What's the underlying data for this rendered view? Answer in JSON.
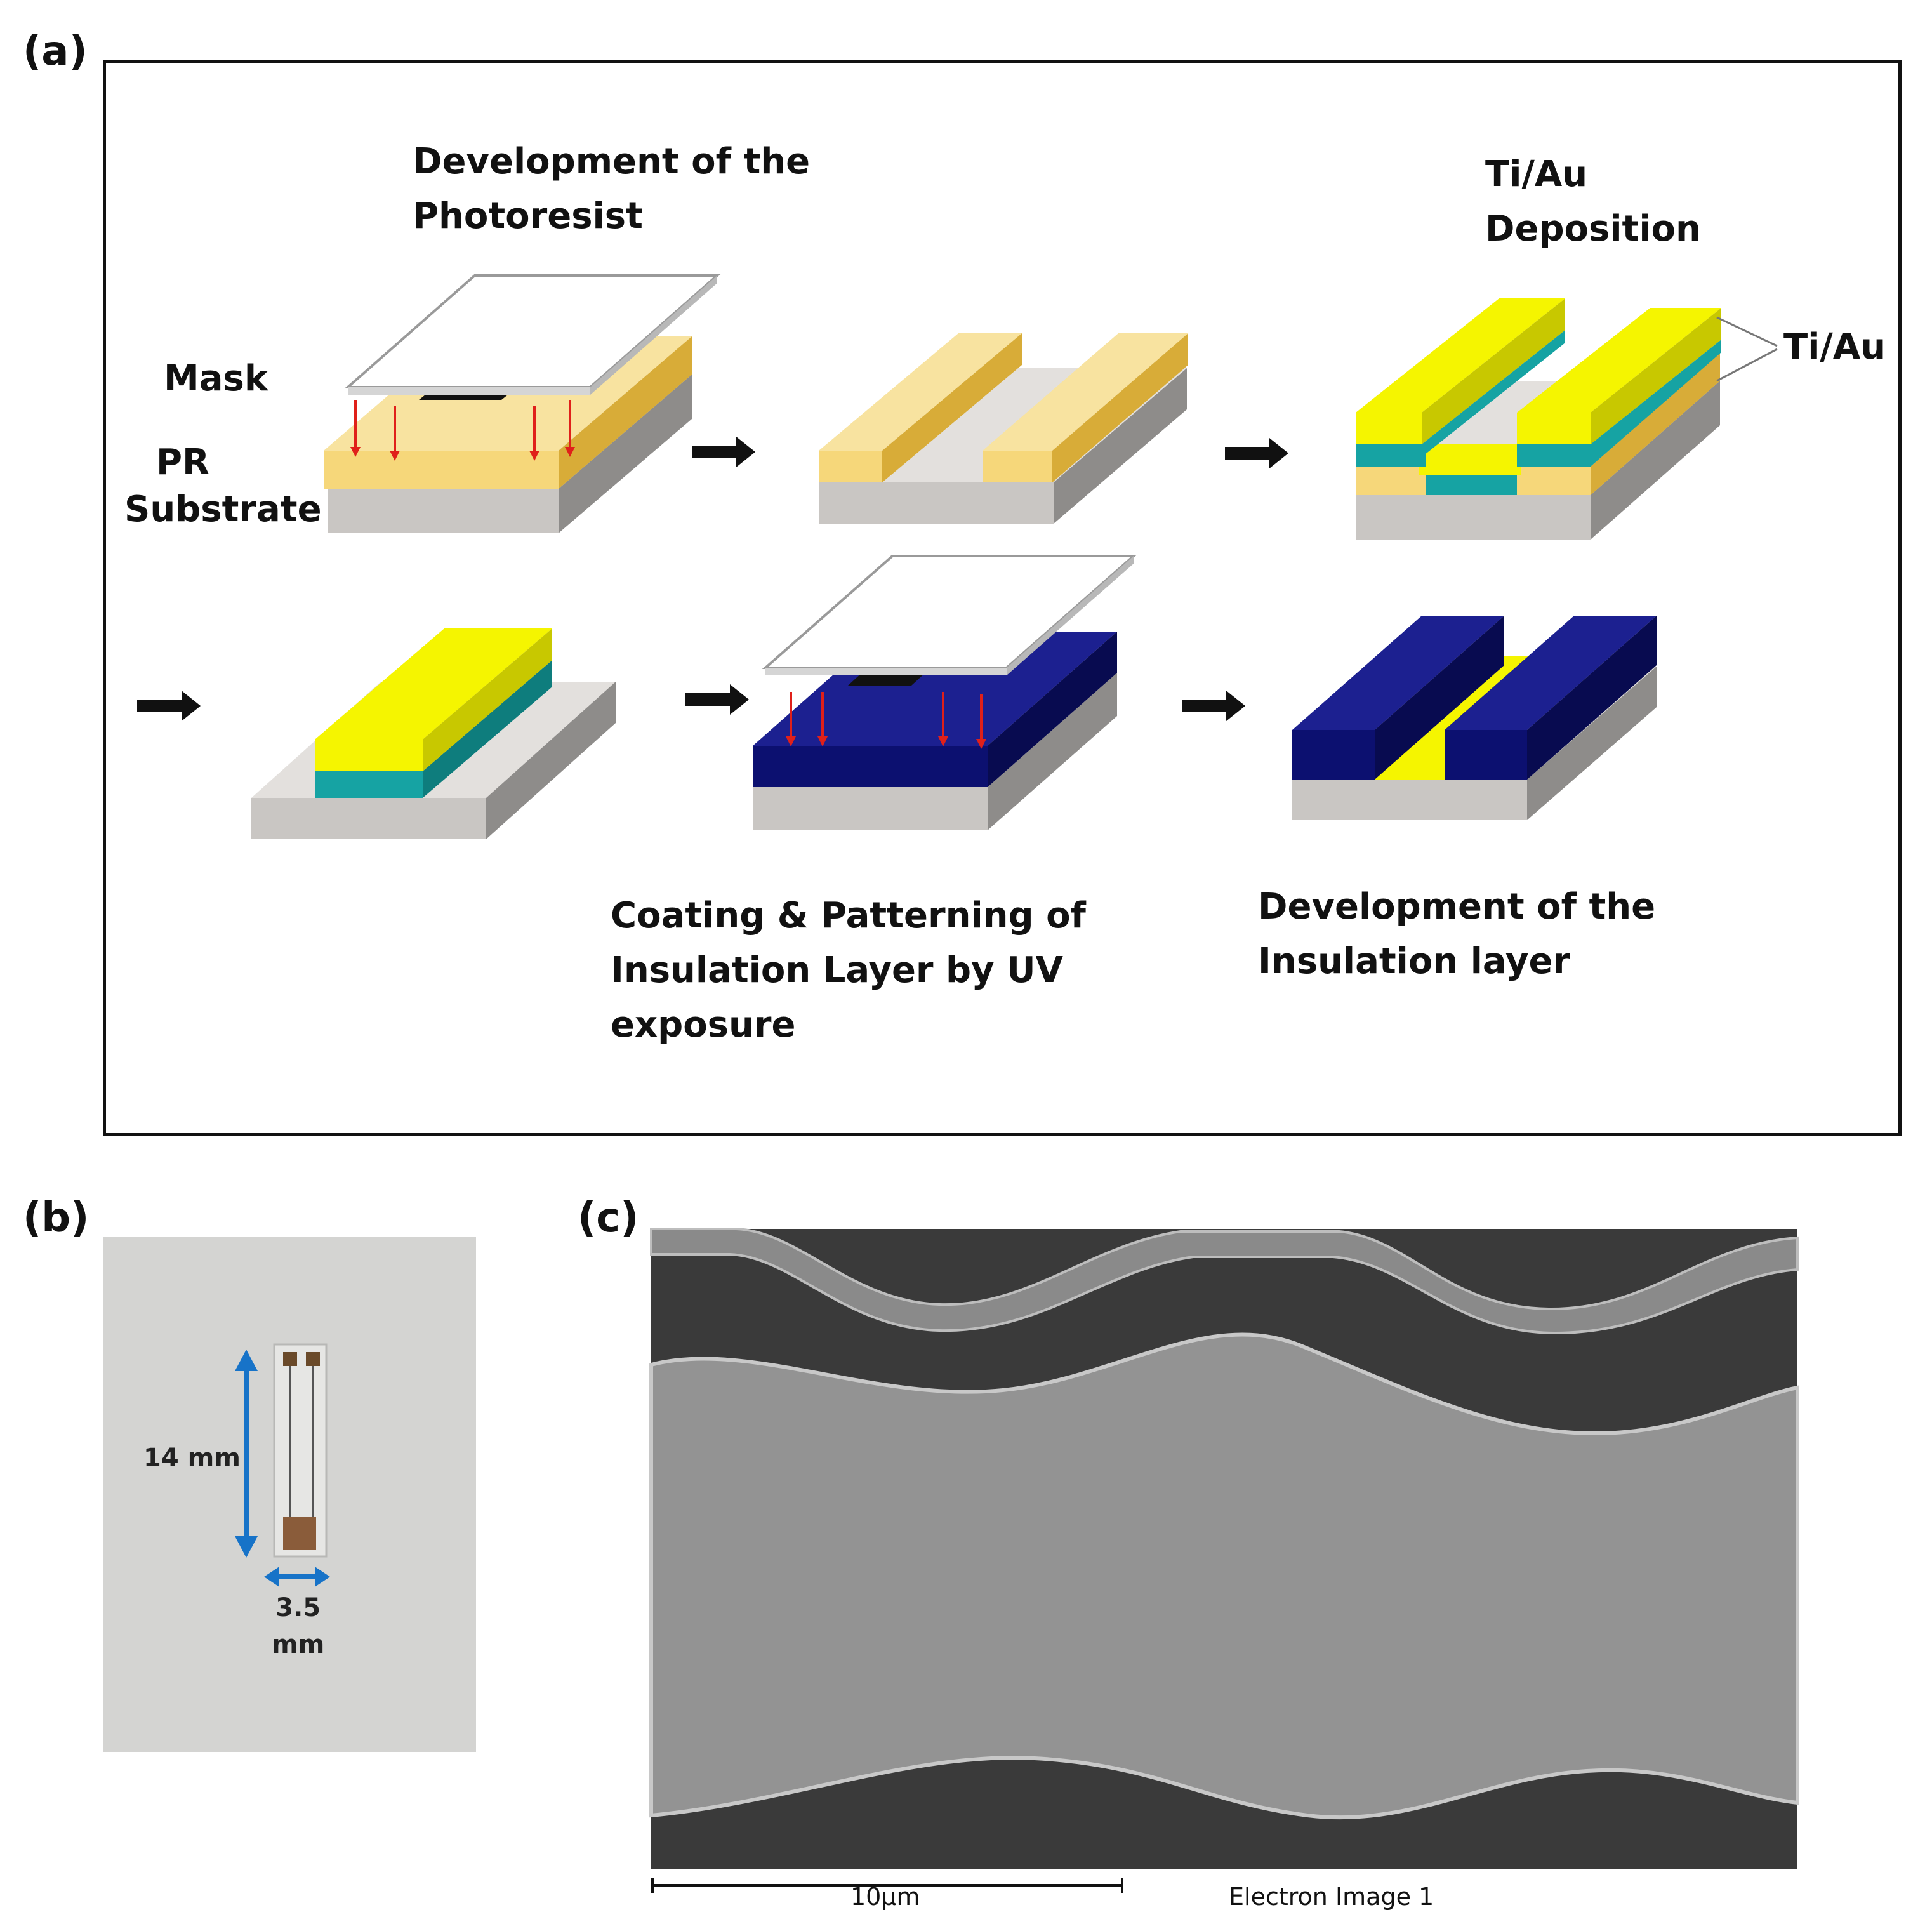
{
  "panel_a": {
    "letter": "(a)",
    "labels": {
      "development_photoresist": [
        "Development of the",
        "Photoresist"
      ],
      "mask": "Mask",
      "pr": "PR",
      "substrate": "Substrate",
      "tiau_deposition": [
        "Ti/Au",
        "Deposition"
      ],
      "tiau_callout": "Ti/Au",
      "coating_patterning": [
        "Coating & Patterning of",
        "Insulation Layer by UV",
        "exposure"
      ],
      "development_insulation": [
        "Development of the",
        "Insulation layer"
      ]
    }
  },
  "panel_b": {
    "letter": "(b)",
    "length_label": "14 mm",
    "width_label": [
      "3.5",
      "mm"
    ]
  },
  "panel_c": {
    "letter": "(c)",
    "scale_label": "10µm",
    "image_label": "Electron Image 1"
  },
  "colors": {
    "gold": "#f6d77a",
    "yellow": "#f5f500",
    "teal": "#16a3a3",
    "navy": "#0c1070",
    "substrate": "#c9c6c3",
    "arrow_blue": "#1773c8",
    "uv_red": "#e0201a"
  }
}
